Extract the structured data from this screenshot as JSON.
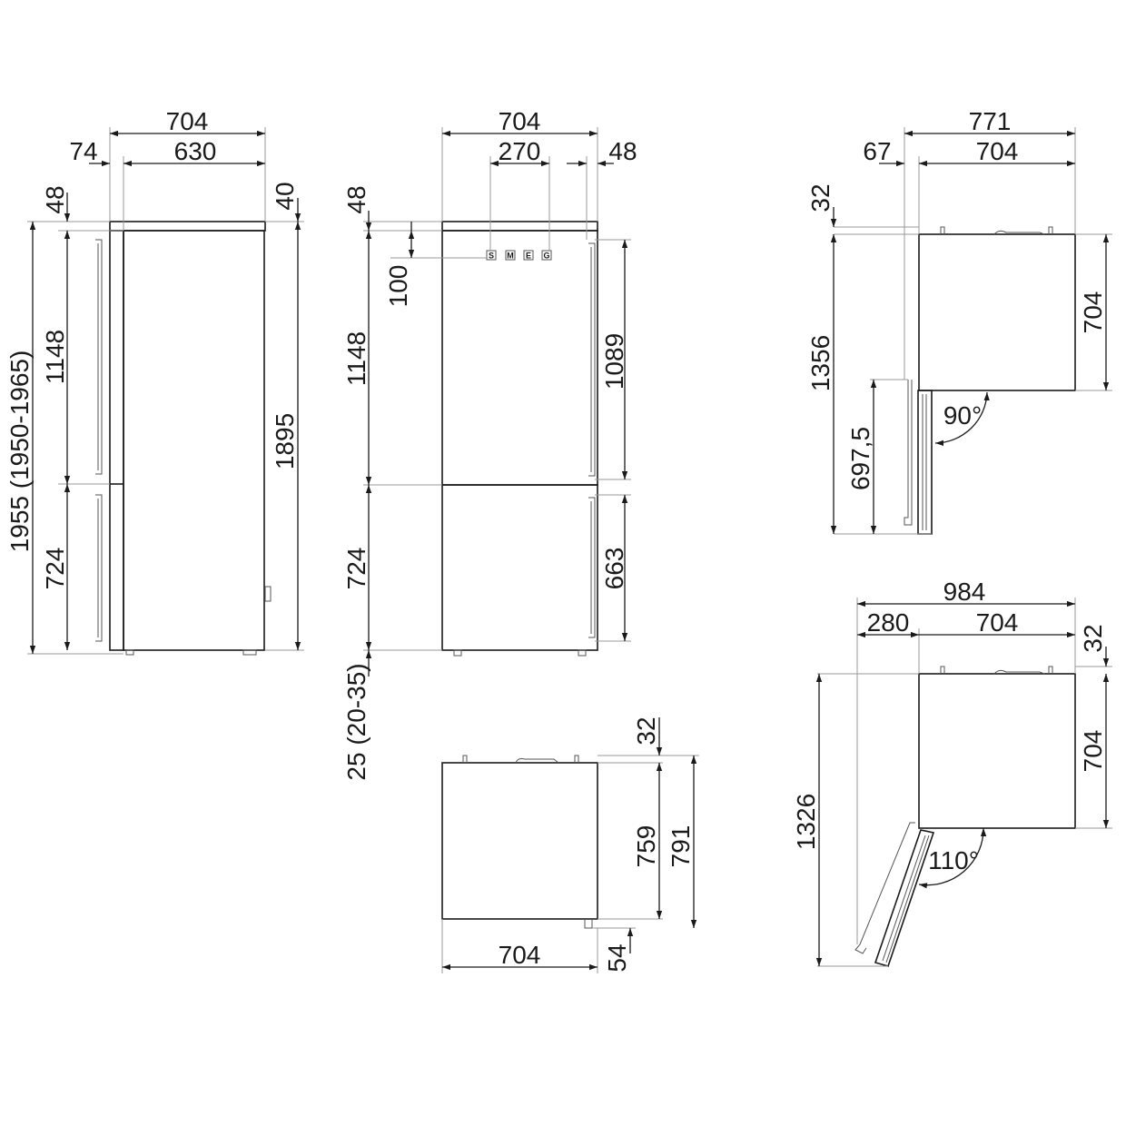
{
  "front": {
    "w_total": "704",
    "w_left": "74",
    "w_body": "630",
    "top_left": "48",
    "top_right": "40",
    "h_total": "1955 (1950-1965)",
    "h_fridge": "1148",
    "h_freezer": "724",
    "h_body": "1895"
  },
  "front2": {
    "w_total": "704",
    "w_logo": "270",
    "w_hinge": "48",
    "top_offset": "48",
    "logo_drop": "100",
    "h_fridge": "1148",
    "h_freezer": "724",
    "feet": "25 (20-35)",
    "handle_top": "1089",
    "handle_bottom": "663",
    "logo_letters": [
      "S",
      "M",
      "E",
      "G"
    ]
  },
  "side": {
    "depth_total": "791",
    "depth_body": "759",
    "top": "32",
    "door": "54",
    "width": "704"
  },
  "top90": {
    "w_total": "771",
    "w_offset": "67",
    "w_body": "704",
    "top": "32",
    "h_total": "1356",
    "h_body": "704",
    "h_door": "697,5",
    "angle": "90°"
  },
  "top110": {
    "w_total": "984",
    "w_offset": "280",
    "w_body": "704",
    "top": "32",
    "h_total": "1326",
    "h_body": "704",
    "angle": "110°"
  }
}
